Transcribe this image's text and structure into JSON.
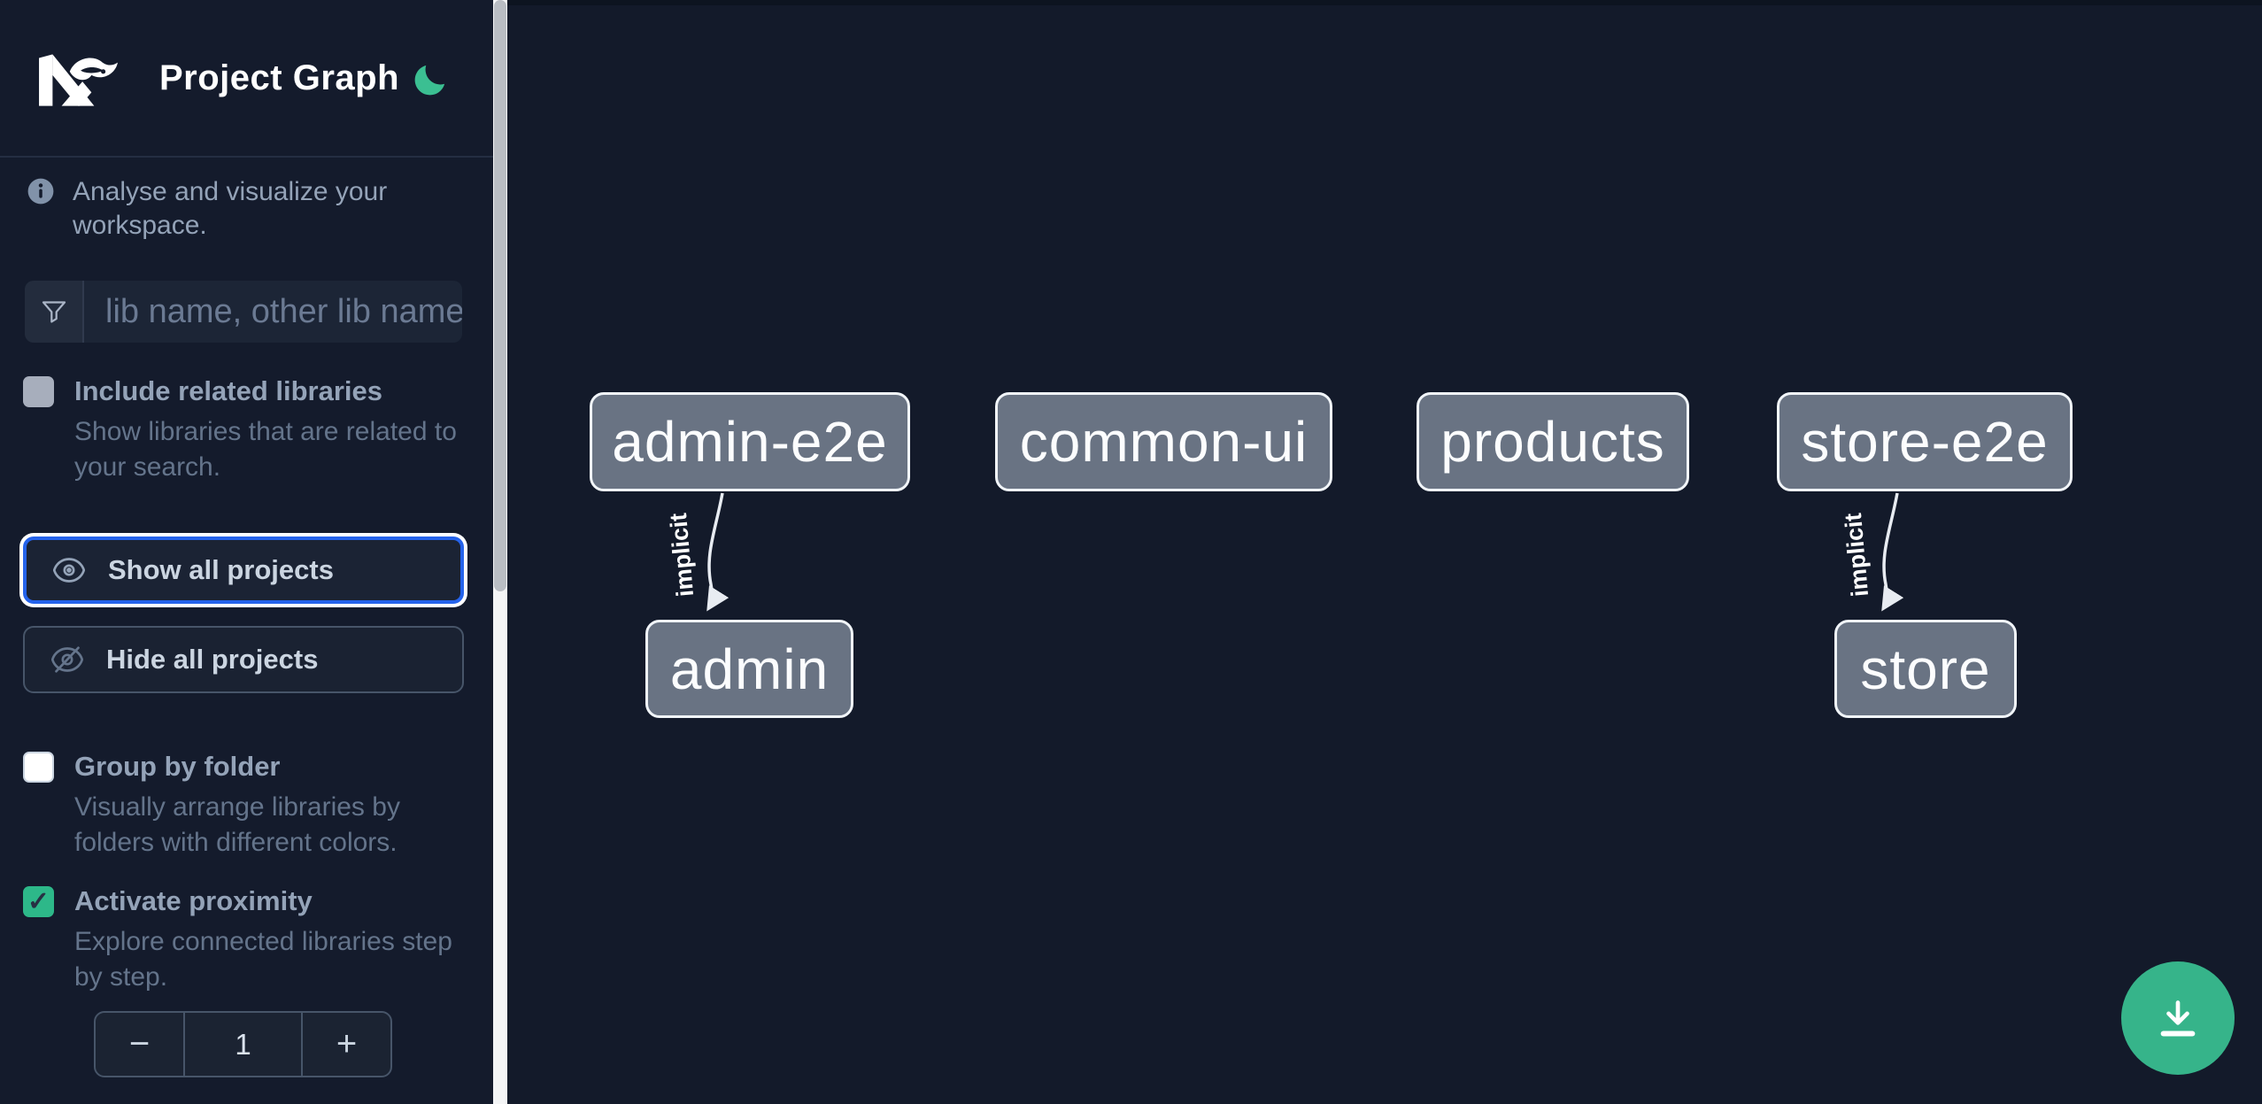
{
  "header": {
    "title": "Project Graph",
    "logo_name": "Nx",
    "theme_icon": "moon-icon"
  },
  "intro": {
    "text": "Analyse and visualize your workspace."
  },
  "search": {
    "placeholder": "lib name, other lib name",
    "value": "",
    "icon": "funnel-filter-icon"
  },
  "filters": {
    "include_related": {
      "label": "Include related libraries",
      "description": "Show libraries that are related to your search.",
      "checked": false
    },
    "show_all_label": "Show all projects",
    "hide_all_label": "Hide all projects",
    "group_by_folder": {
      "label": "Group by folder",
      "description": "Visually arrange libraries by folders with different colors.",
      "checked": false
    },
    "activate_proximity": {
      "label": "Activate proximity",
      "description": "Explore connected libraries step by step.",
      "checked": true,
      "checkmark": "✓"
    },
    "proximity_stepper": {
      "decrement_label": "−",
      "value": "1",
      "increment_label": "+"
    }
  },
  "graph": {
    "nodes": [
      {
        "id": "admin-e2e",
        "label": "admin-e2e"
      },
      {
        "id": "common-ui",
        "label": "common-ui"
      },
      {
        "id": "products",
        "label": "products"
      },
      {
        "id": "store-e2e",
        "label": "store-e2e"
      },
      {
        "id": "admin",
        "label": "admin"
      },
      {
        "id": "store",
        "label": "store"
      }
    ],
    "edges": [
      {
        "source": "admin-e2e",
        "target": "admin",
        "label": "implicit"
      },
      {
        "source": "store-e2e",
        "target": "store",
        "label": "implicit"
      }
    ]
  },
  "fab": {
    "icon": "download-icon"
  },
  "colors": {
    "background": "#131a2a",
    "sidebar_background": "#141b2c",
    "node_fill": "#697383",
    "node_border": "#f1f5f9",
    "accent_green": "#36b48a",
    "focus_blue": "#2563eb",
    "label_text": "#94a3b8",
    "description_text": "#64748b",
    "button_text": "#cbd5e1",
    "edge_color": "#e8ecf2"
  }
}
